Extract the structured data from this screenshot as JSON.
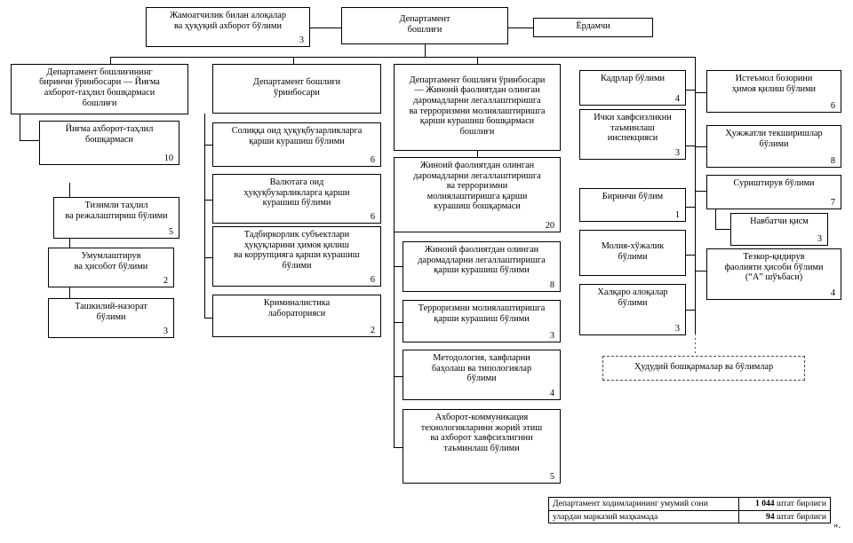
{
  "chart_title": "Departament tuzilmasi (organizational structure chart)",
  "nodes": {
    "head": {
      "text": "Департамент\nбошлиғи",
      "num": ""
    },
    "public_relations": {
      "text": "Жамоатчилик билан алоқалар\nва ҳуқуқий ахборот бўлими",
      "num": "3"
    },
    "assistant": {
      "text": "Ёрдамчи",
      "num": ""
    },
    "first_deputy": {
      "text": "Департамент бошлиғининг\nбиринчи ўринбосари — Йиғма\nахборот-таҳлил бошқармаси\nбошлиғи",
      "num": ""
    },
    "summary_dept": {
      "text": "Йиғма ахборот-таҳлил\nбошқармаси",
      "num": "10"
    },
    "systemic_analysis": {
      "text": "Тизимли таҳлил\nва режалаштириш бўлими",
      "num": "5"
    },
    "generalization": {
      "text": "Умумлаштирув\nва ҳисобот бўлими",
      "num": "2"
    },
    "organizational_control": {
      "text": "Ташкилий-назорат\nбўлими",
      "num": "3"
    },
    "deputy_head": {
      "text": "Департамент бошлиғи\nўринбосари",
      "num": ""
    },
    "tax_violations": {
      "text": "Солиққа оид ҳуқуқбузарликларга\nқарши курашиш бўлими",
      "num": "6"
    },
    "currency_violations": {
      "text": "Валютага оид\nҳуқуқбузарликларга қарши\nкурашиш бўлими",
      "num": "6"
    },
    "entrepreneur_rights": {
      "text": "Тадбиркорлик субъектлари\nҳуқуқларини ҳимоя қилиш\nва коррупцияга қарши курашиш\nбўлими",
      "num": "6"
    },
    "criminalistics_lab": {
      "text": "Криминалистика\nлабораторияси",
      "num": "2"
    },
    "deputy_aml": {
      "text": "Департамент бошлиғи ўринбосари\n— Жиноий фаолиятдан олинган\nдаромадларни легаллаштиришга\nва терроризмни молиялаштиришга\nқарши курашиш бошқармаси\nбошлиғи",
      "num": ""
    },
    "aml_directorate": {
      "text": "Жиноий фаолиятдан олинган\nдаромадларни легаллаштиришга\nва терроризмни\nмолиялаштиришга қарши\nкурашиш бошқармаси",
      "num": "20"
    },
    "aml_division": {
      "text": "Жиноий фаолиятдан олинган\nдаромадларни легаллаштиришга\nқарши курашиш бўлими",
      "num": "8"
    },
    "ctf_division": {
      "text": "Терроризмни молиялаштиришга\nқарши курашиш бўлими",
      "num": "3"
    },
    "methodology": {
      "text": "Методология, хавфларни\nбаҳолаш ва типологиялар\nбўлими",
      "num": "4"
    },
    "ict_division": {
      "text": "Ахборот-коммуникация\nтехнологияларини жорий этиш\nва ахборот хавфсизлигини\nтаъминлаш бўлими",
      "num": "5"
    },
    "personnel": {
      "text": "Кадрлар бўлими",
      "num": "4"
    },
    "internal_security": {
      "text": "Ички хавфсизликни\nтаъминлаш\nинспекцияси",
      "num": "3"
    },
    "first_division": {
      "text": "Биринчи бўлим",
      "num": "1"
    },
    "finance_economy": {
      "text": "Молия-хўжалик\nбўлими",
      "num": ""
    },
    "international_relations": {
      "text": "Халқаро алоқалар\nбўлими",
      "num": "3"
    },
    "consumer_market": {
      "text": "Истеъмол бозорини\nҳимоя қилиш бўлими",
      "num": "6"
    },
    "document_inspections": {
      "text": "Ҳужжатли текширишлар\nбўлими",
      "num": "8"
    },
    "inquiry_division": {
      "text": "Суриштирув бўлими",
      "num": "7"
    },
    "duty_unit": {
      "text": "Навбатчи қисм",
      "num": "3"
    },
    "operative_search": {
      "text": "Тезкор-қидирув\nфаолияти ҳисоби бўлими\n(“А” шўъбаси)",
      "num": "4"
    },
    "territorial": {
      "text": "Ҳудудий бошқармалар ва бўлимлар",
      "num": ""
    }
  },
  "summary": {
    "rows": [
      {
        "label": "Департамент ходимларининг умумий сони",
        "value_number": "1 044",
        "value_unit": "штат  бирлиги"
      },
      {
        "label": "улардан марказий маҳкамада",
        "value_number": "94",
        "value_unit": "штат  бирлиги"
      }
    ],
    "trailing_mark": "»."
  },
  "colors": {
    "border": "#000000",
    "background": "#ffffff",
    "dashed_border": "#4a4a4a"
  }
}
